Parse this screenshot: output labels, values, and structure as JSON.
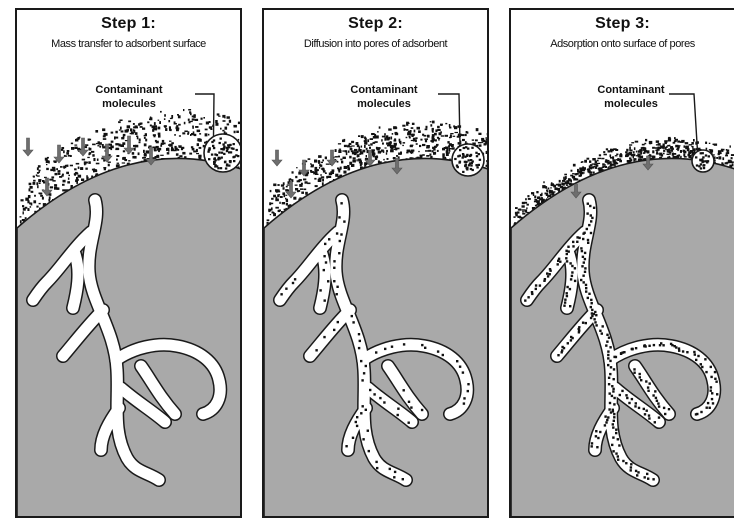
{
  "panels": [
    {
      "step": "Step 1:",
      "description": "Mass transfer to adsorbent surface",
      "label_line1": "Contaminant",
      "label_line2": "molecules"
    },
    {
      "step": "Step 2:",
      "description": "Diffusion into pores of adsorbent",
      "label_line1": "Contaminant",
      "label_line2": "molecules"
    },
    {
      "step": "Step 3:",
      "description": "Adsorption onto surface of pores",
      "label_line1": "Contaminant",
      "label_line2": "molecules"
    }
  ],
  "colors": {
    "adsorbent": "#a9a9a9",
    "pore": "#ffffff",
    "outline": "#1a1a1a",
    "molecule": "#111111",
    "arrow": "#6e6e6e"
  }
}
